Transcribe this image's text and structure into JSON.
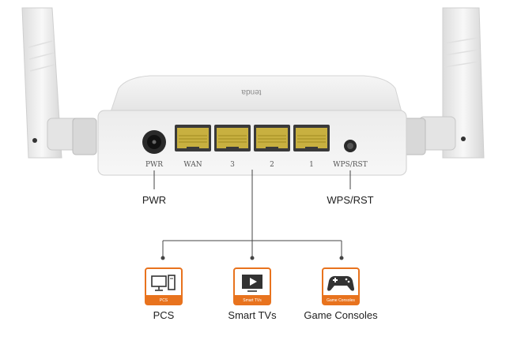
{
  "router": {
    "brand_text": "tenda",
    "ports": {
      "pwr": "PWR",
      "wan": "WAN",
      "lan3": "3",
      "lan2": "2",
      "lan1": "1",
      "wps_rst": "WPS/RST"
    }
  },
  "callouts": {
    "pwr": "PWR",
    "wps_rst": "WPS/RST"
  },
  "devices": [
    {
      "badge": "PCS",
      "label": "PCS",
      "icon": "pc-icon"
    },
    {
      "badge": "Smart TVs",
      "label": "Smart TVs",
      "icon": "tv-icon"
    },
    {
      "badge": "Game Consoles",
      "label": "Game Consoles",
      "icon": "gamepad-icon"
    }
  ],
  "colors": {
    "accent": "#e8731e",
    "port_gold": "#c8b040",
    "line": "#444444"
  }
}
